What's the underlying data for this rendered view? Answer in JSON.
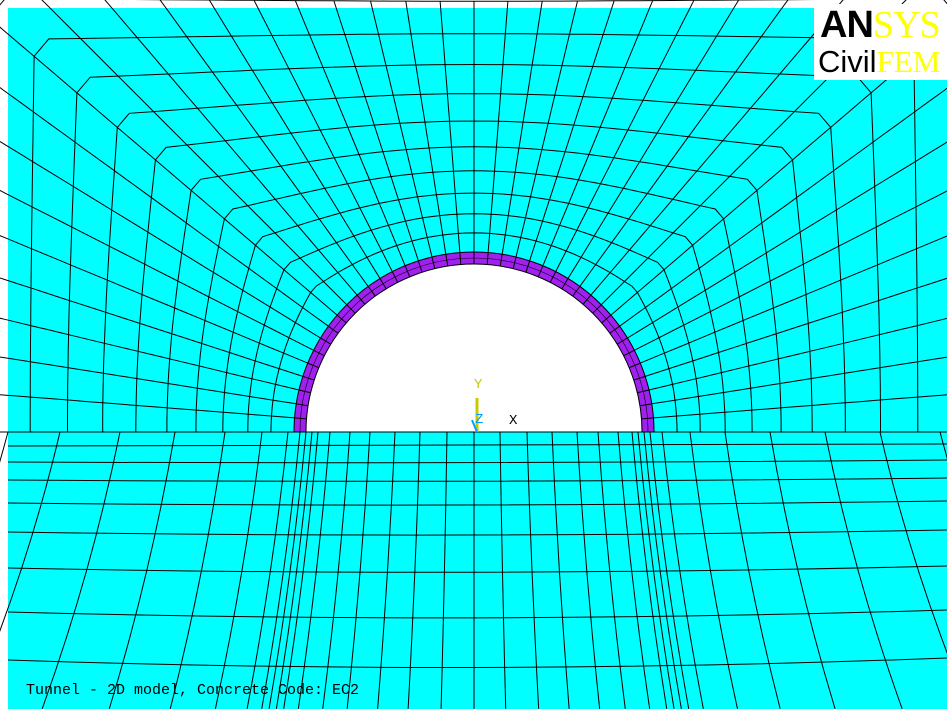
{
  "caption": "Tunnel - 2D model, Concrete Code: EC2",
  "logo": {
    "line1_a": "AN",
    "line1_b": "SYS",
    "line2_a": "Civil",
    "line2_b": "FEM"
  },
  "triad": {
    "y_label": "Y",
    "z_label": "Z",
    "x_label": "X"
  },
  "colors": {
    "mesh_fill": "#00ffff",
    "lining_fill": "#a020f0",
    "mesh_line": "#000000",
    "background": "#ffffff",
    "logo_accent": "#ffff00",
    "triad_y": "#c8c800",
    "triad_z": "#00a0ff"
  },
  "icons": {
    "triad": "coordinate-axes-icon",
    "logo": "ansys-civilfem-logo-icon"
  }
}
